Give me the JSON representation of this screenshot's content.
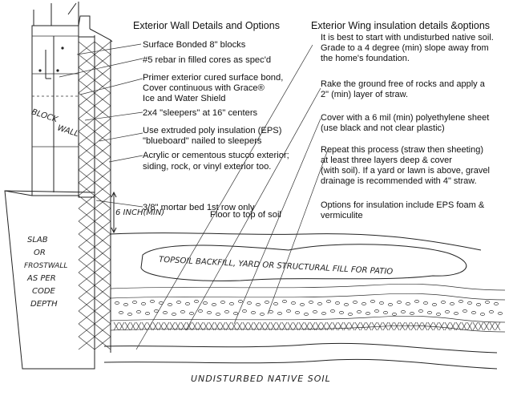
{
  "left": {
    "title": "Exterior Wall Details and Options",
    "notes": [
      "Surface Bonded 8\" blocks",
      "#5 rebar in filled cores as spec'd",
      "Primer exterior cured surface bond,",
      "Cover continuous with Grace®",
      "Ice and Water Shield",
      "2x4 \"sleepers\" at 16\" centers",
      "Use extruded poly insulation (EPS)",
      "\"blueboard\" nailed to sleepers",
      "Acrylic or cementous stucco exterior;",
      "siding, rock, or vinyl exterior too.",
      "3/8\" mortar bed 1st row only",
      "Floor to top of soil"
    ]
  },
  "right": {
    "title": "Exterior Wing insulation details &options",
    "notes": [
      "It is best to start with undisturbed native soil.",
      "Grade to a 4 degree (min) slope away from",
      "the home's foundation.",
      "Rake the ground free of rocks and apply a",
      "2\" (min) layer of straw.",
      "Cover with a 6 mil (min) polyethylene sheet",
      "(use black and not clear plastic)",
      "Repeat this process (straw then sheeting)",
      "at least three layers deep & cover",
      "(with soil).  If a yard or lawn is above, gravel",
      "drainage is recommended with 4\" straw.",
      "Options for insulation include EPS foam &",
      "vermiculite"
    ]
  },
  "sketch": {
    "block_wall": [
      "BLOCK",
      "WALL"
    ],
    "height": "6 INCH(MIN)",
    "footing": [
      "SLAB",
      "OR",
      "FROSTWALL",
      "AS PER",
      "CODE",
      "DEPTH"
    ],
    "topsoil": "TOPSOIL BACKFILL, YARD OR STRUCTURAL FILL FOR PATIO",
    "native": "UNDISTURBED NATIVE SOIL"
  }
}
